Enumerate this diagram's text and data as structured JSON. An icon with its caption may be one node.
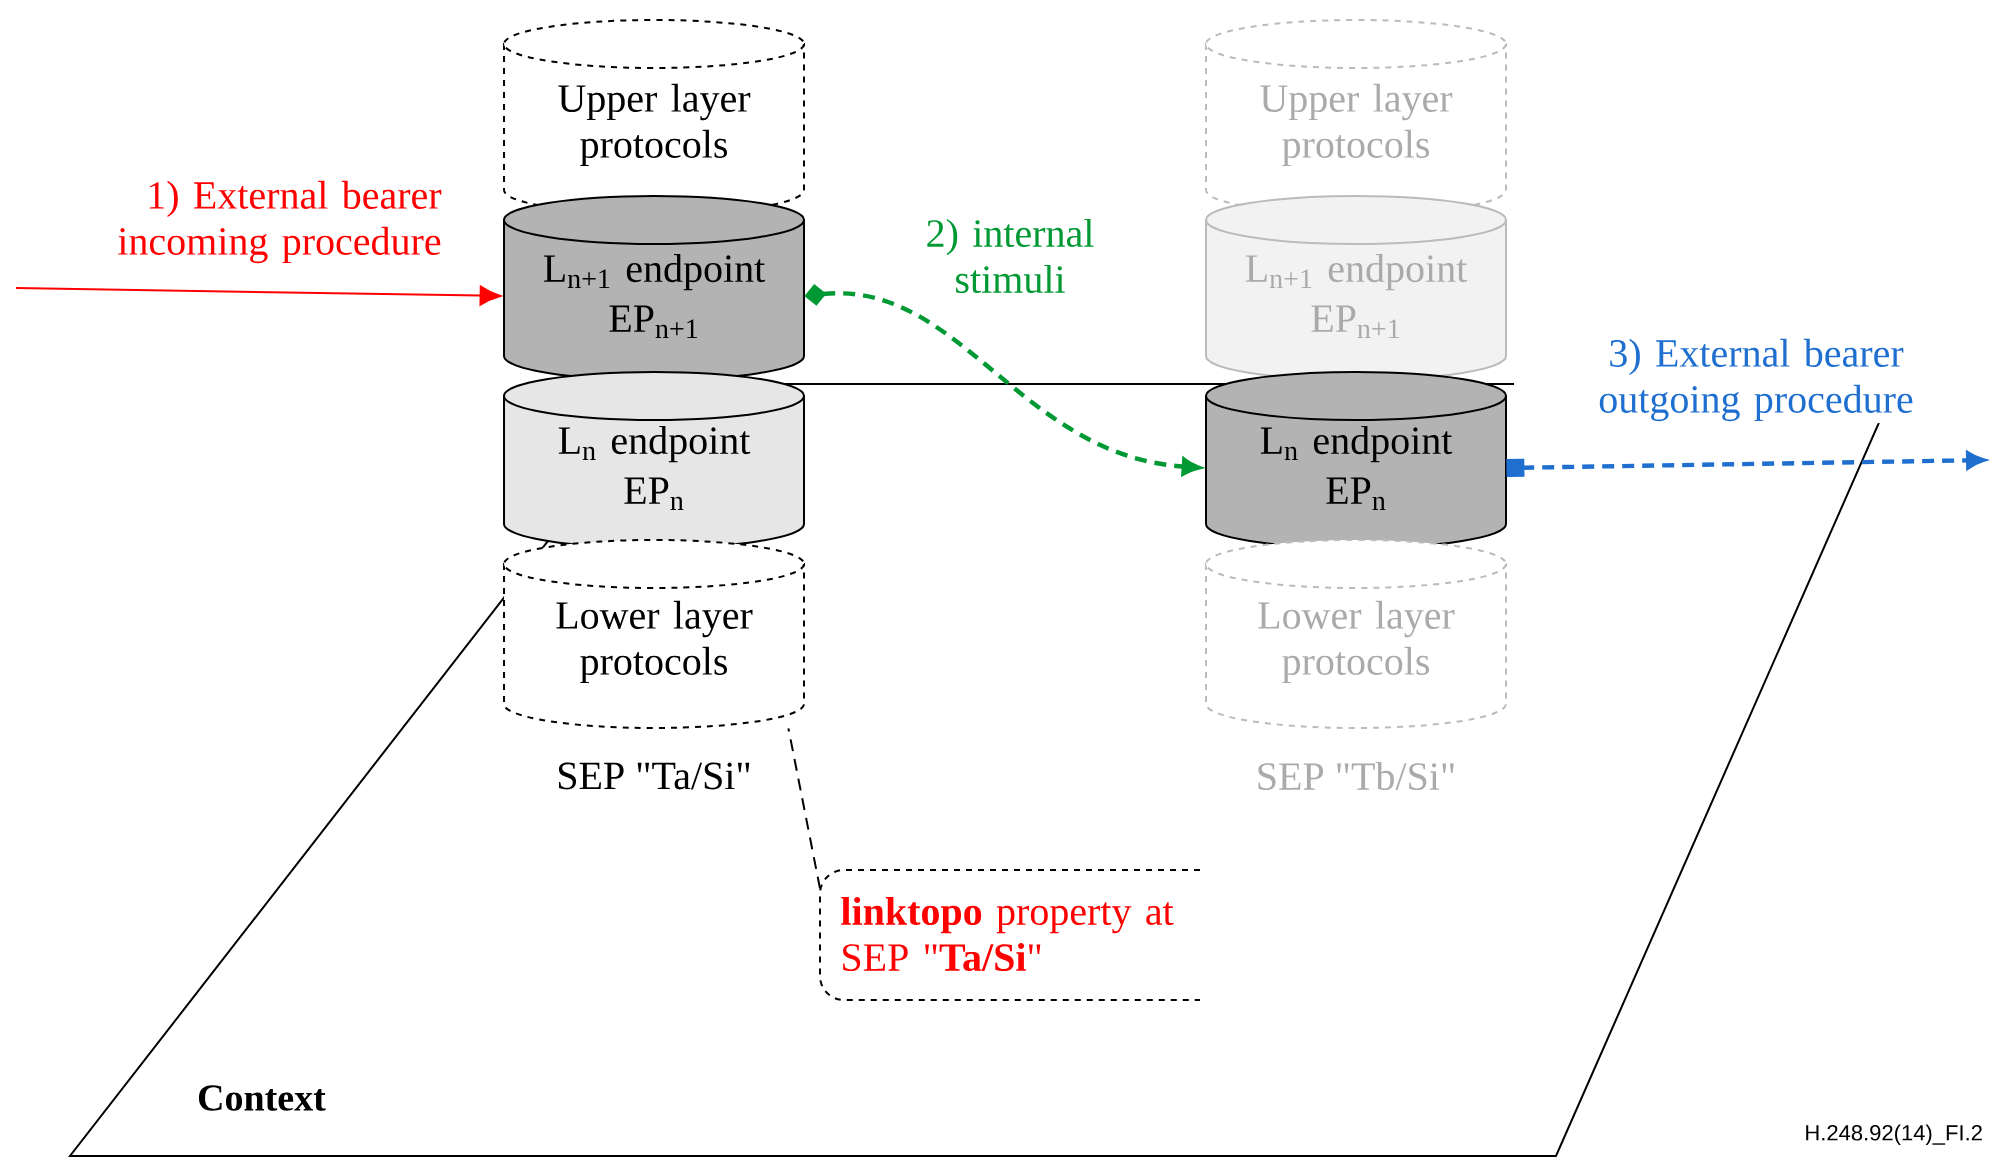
{
  "diagram": {
    "nodes": [
      {
        "text": [
          "Context"
        ]
      },
      {
        "text": [
          "Upper layer protocols"
        ]
      },
      {
        "text": [
          "L$_{n+1}$ endpoint",
          "EP$_{n+1}$"
        ]
      },
      {
        "text": [
          "L$_{n}$ endpoint",
          "EP$_{n}$"
        ]
      },
      {
        "text": [
          "Lower layer protocols"
        ],
        "beside": [
          "SEP \"Ta/Si\""
        ]
      },
      {
        "text": [
          "Upper layer protocols"
        ]
      },
      {
        "text": [
          "L$_{n+1}$ endpoint",
          "EP$_{n+1}$"
        ]
      },
      {
        "text": [
          "L$_{n}$ endpoint",
          "EP$_{n}$"
        ]
      },
      {
        "text": [
          "Lower layer protocols"
        ],
        "beside": [
          "SEP \"Tb/Si\""
        ]
      },
      {
        "text": [
          "**linktopo** property at SEP \"**Ta/Si**\""
        ]
      }
    ],
    "edges": [
      {
        "from": null,
        "to": 2,
        "arrow": "to",
        "label": "1) External bearer incoming procedure",
        "color": "#ff0000"
      },
      {
        "from": 2,
        "to": 7,
        "arrow": "to",
        "label": "2) internal stimuli",
        "color": "#009933",
        "style": "dashed"
      },
      {
        "from": 7,
        "to": null,
        "arrow": "to",
        "label": "3) External bearer outgoing procedure",
        "color": "#1f6fd0",
        "style": "dashed"
      },
      {
        "from": 9,
        "to": 4,
        "arrow": "none",
        "style": "dashed",
        "color": "#000000"
      }
    ],
    "labels": [
      "H.248.92(14)_FI.2"
    ]
  }
}
